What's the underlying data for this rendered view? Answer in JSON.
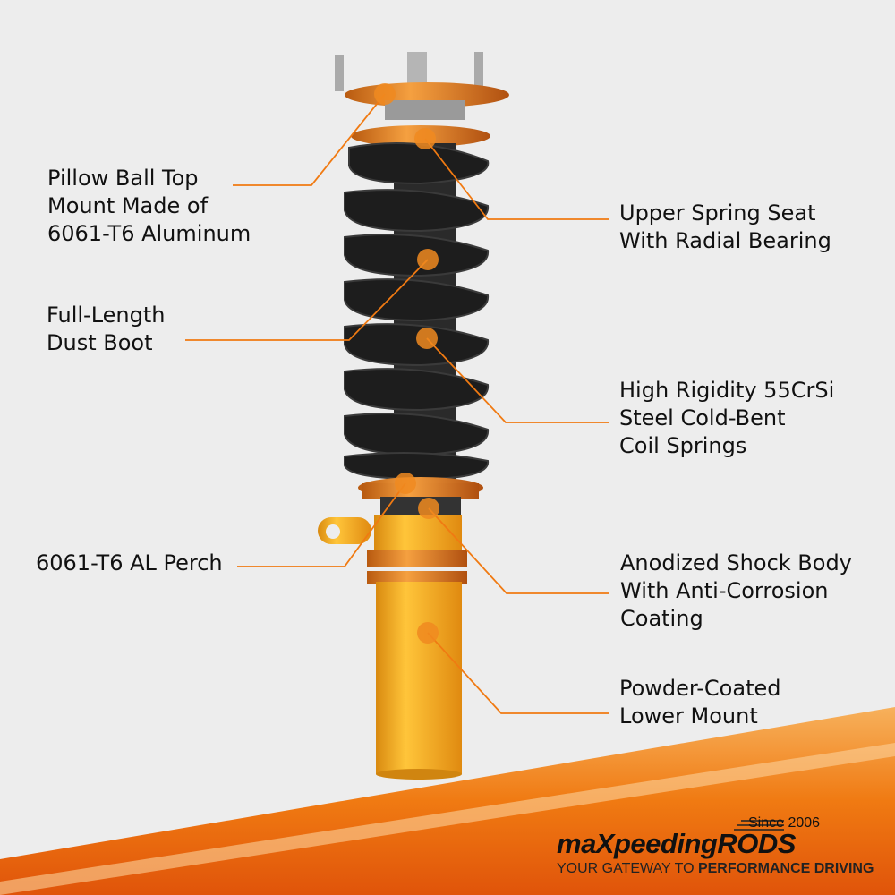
{
  "colors": {
    "accent": "#f07a12",
    "anodized": "#f0a020",
    "spring": "#1c1c1c",
    "background": "#ededed"
  },
  "callouts": [
    {
      "lines": [
        "Pillow Ball Top",
        "Mount Made of",
        "6061-T6 Aluminum"
      ]
    },
    {
      "lines": [
        "Upper Spring Seat",
        "With Radial Bearing"
      ]
    },
    {
      "lines": [
        "Full-Length",
        "Dust Boot"
      ]
    },
    {
      "lines": [
        "High Rigidity 55CrSi",
        "Steel Cold-Bent",
        "Coil Springs"
      ]
    },
    {
      "lines": [
        "6061-T6 AL Perch"
      ]
    },
    {
      "lines": [
        "Anodized Shock Body",
        "With Anti-Corrosion",
        "Coating"
      ]
    },
    {
      "lines": [
        "Powder-Coated",
        "Lower Mount"
      ]
    }
  ],
  "brand": {
    "since": "Since 2006",
    "logo": "maXpeedingRODS",
    "tagline_light": "YOUR GATEWAY TO ",
    "tagline_bold": "PERFORMANCE DRIVING"
  }
}
